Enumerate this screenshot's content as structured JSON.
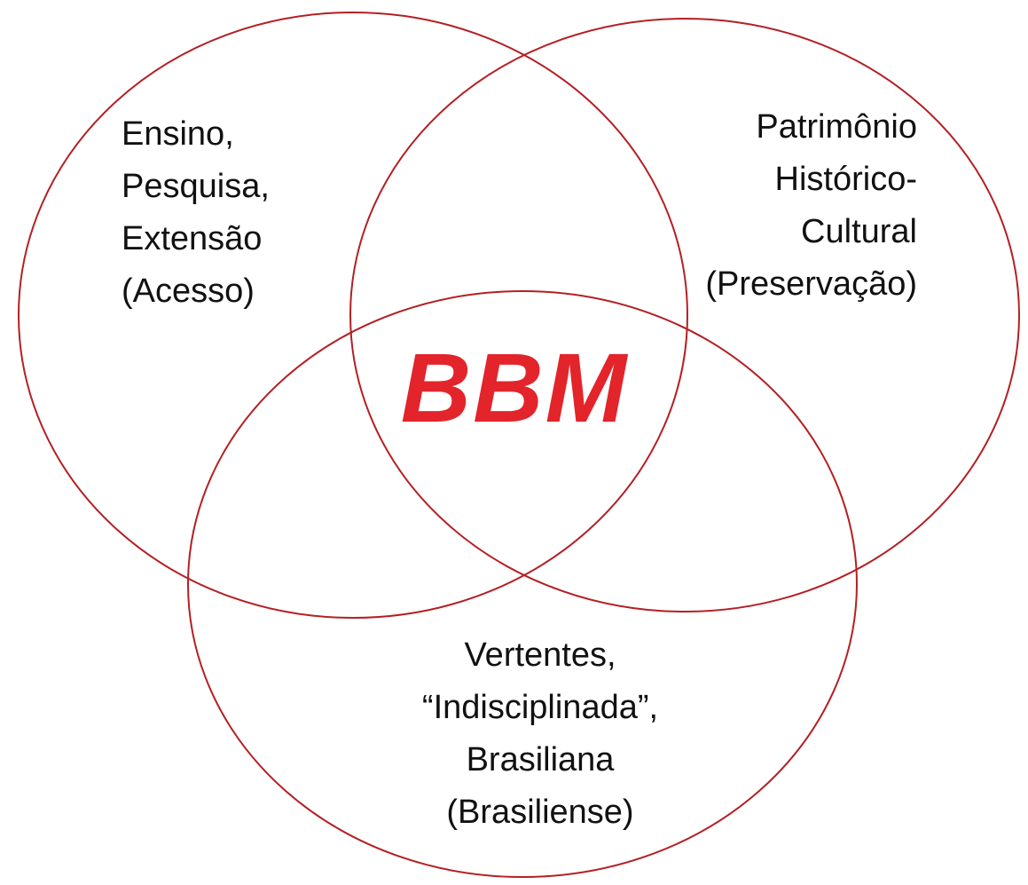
{
  "diagram": {
    "type": "venn",
    "colors": {
      "circle_stroke": "#b32024",
      "logo": "#e3242b",
      "text": "#111111",
      "background": "#ffffff"
    },
    "circles": [
      {
        "id": "left",
        "lines": [
          "Ensino,",
          "Pesquisa,",
          "Extensão",
          "(Acesso)"
        ]
      },
      {
        "id": "right",
        "lines": [
          "Patrimônio",
          "Histórico-",
          "Cultural",
          "(Preservação)"
        ]
      },
      {
        "id": "bottom",
        "lines": [
          "Vertentes,",
          "“Indisciplinada”,",
          "Brasiliana",
          "(Brasiliense)"
        ]
      }
    ],
    "center_logo": "BBM"
  }
}
